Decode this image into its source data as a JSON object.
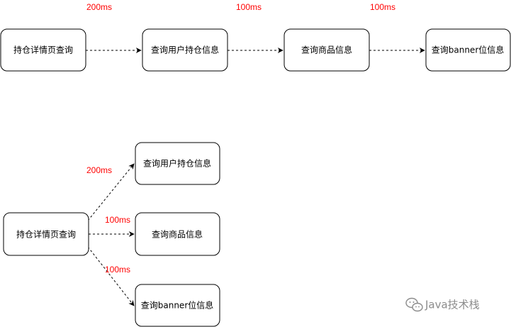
{
  "colors": {
    "node_border": "#000000",
    "edge": "#000000",
    "latency_label": "#ff0000",
    "watermark": "#8c8c8c"
  },
  "serial_flow": {
    "nodes": [
      {
        "id": "detail",
        "label": "持仓详情页查询"
      },
      {
        "id": "holding",
        "label": "查询用户持仓信息"
      },
      {
        "id": "product",
        "label": "查询商品信息"
      },
      {
        "id": "banner",
        "label": "查询banner位信息"
      }
    ],
    "edges": [
      {
        "from": "detail",
        "to": "holding",
        "label": "200ms"
      },
      {
        "from": "holding",
        "to": "product",
        "label": "100ms"
      },
      {
        "from": "product",
        "to": "banner",
        "label": "100ms"
      }
    ]
  },
  "parallel_flow": {
    "nodes": [
      {
        "id": "detail",
        "label": "持仓详情页查询"
      },
      {
        "id": "holding",
        "label": "查询用户持仓信息"
      },
      {
        "id": "product",
        "label": "查询商品信息"
      },
      {
        "id": "banner",
        "label": "查询banner位信息"
      }
    ],
    "edges": [
      {
        "from": "detail",
        "to": "holding",
        "label": "200ms"
      },
      {
        "from": "detail",
        "to": "product",
        "label": "100ms"
      },
      {
        "from": "detail",
        "to": "banner",
        "label": "100ms"
      }
    ]
  },
  "watermark": {
    "icon": "wechat-icon",
    "text": "Java技术栈"
  }
}
